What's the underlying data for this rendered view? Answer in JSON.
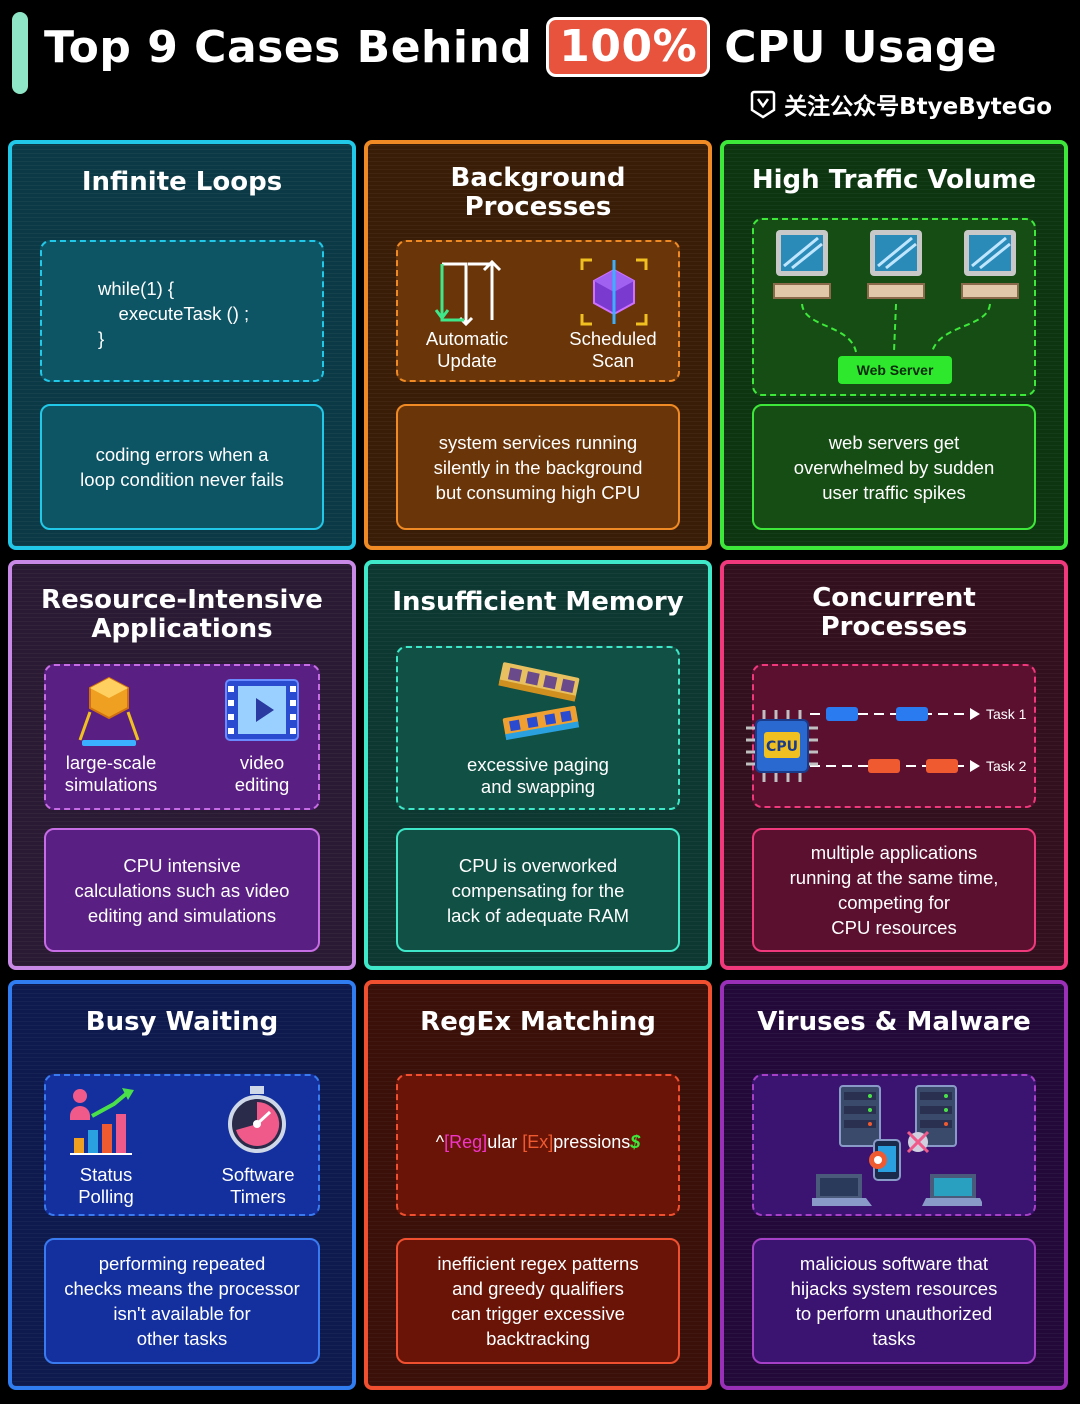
{
  "header": {
    "title_before": "Top 9 Cases Behind",
    "title_highlight": "100%",
    "title_after": "CPU Usage",
    "brand": "关注公众号BtyeByteGo"
  },
  "cards": [
    {
      "title": "Infinite Loops",
      "code": "while(1) {\n    executeTask () ;\n}",
      "description": "coding errors when a\nloop condition never fails"
    },
    {
      "title": "Background\nProcesses",
      "labels": [
        "Automatic\nUpdate",
        "Scheduled\nScan"
      ],
      "description": "system services running\nsilently in the background\nbut consuming high CPU"
    },
    {
      "title": "High Traffic Volume",
      "server_label": "Web Server",
      "description": "web servers get\noverwhelmed by sudden\nuser traffic spikes"
    },
    {
      "title": "Resource-Intensive\nApplications",
      "labels": [
        "large-scale\nsimulations",
        "video\nediting"
      ],
      "description": "CPU intensive\ncalculations such as video\nediting and simulations"
    },
    {
      "title": "Insufficient Memory",
      "label": "excessive paging\nand swapping",
      "description": "CPU is overworked\ncompensating for the\nlack of adequate RAM"
    },
    {
      "title": "Concurrent\nProcesses",
      "chip_label": "CPU",
      "tasks": [
        "Task 1",
        "Task 2"
      ],
      "description": "multiple applications\nrunning at the same time,\ncompeting for\nCPU resources"
    },
    {
      "title": "Busy Waiting",
      "labels": [
        "Status\nPolling",
        "Software\nTimers"
      ],
      "description": "performing repeated\nchecks means the processor\nisn't available for\nother tasks"
    },
    {
      "title": "RegEx Matching",
      "regex": {
        "caret": "^",
        "m1": "[Reg]",
        "t1": "ular ",
        "o1": "[Ex]",
        "t2": "pressions",
        "end": "$"
      },
      "description": "inefficient regex patterns\nand greedy qualifiers\ncan trigger excessive\nbacktracking"
    },
    {
      "title": "Viruses & Malware",
      "description": "malicious software that\nhijacks system resources\nto perform unauthorized\ntasks"
    }
  ],
  "colors": {
    "accent_title": "#e8533d",
    "cyan": "#22c8e8",
    "orange": "#f08a24",
    "green": "#3ee83a",
    "violet": "#c88ae6",
    "teal": "#3ee8c8",
    "pink": "#f0387c",
    "blue": "#2f7df0",
    "red": "#f05030",
    "purple": "#9a2fb8"
  },
  "icons": [
    "loop-arrows-icon",
    "scan-cube-icon",
    "computer-icon",
    "hologram-cube-icon",
    "video-frame-icon",
    "ram-stick-icon",
    "cpu-chip-icon",
    "chart-person-icon",
    "stopwatch-icon",
    "server-rack-icon",
    "laptop-icon",
    "virus-icon",
    "phone-icon"
  ]
}
